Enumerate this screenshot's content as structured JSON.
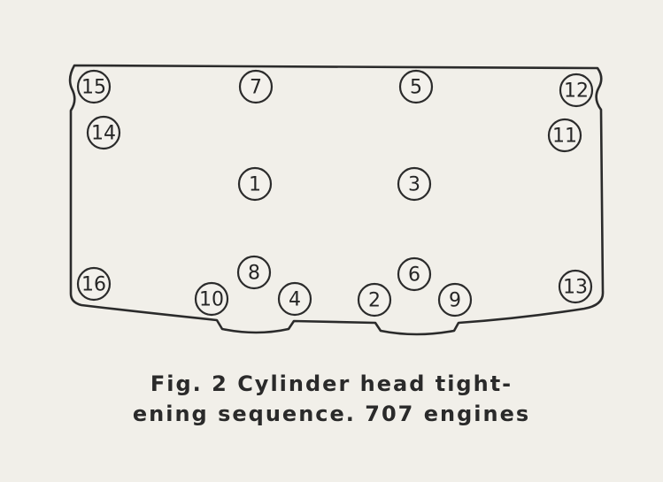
{
  "diagram": {
    "bolts": [
      {
        "label": "1"
      },
      {
        "label": "2"
      },
      {
        "label": "3"
      },
      {
        "label": "4"
      },
      {
        "label": "5"
      },
      {
        "label": "6"
      },
      {
        "label": "7"
      },
      {
        "label": "8"
      },
      {
        "label": "9"
      },
      {
        "label": "10"
      },
      {
        "label": "11"
      },
      {
        "label": "12"
      },
      {
        "label": "13"
      },
      {
        "label": "14"
      },
      {
        "label": "15"
      },
      {
        "label": "16"
      }
    ]
  },
  "caption": {
    "line1": "Fig. 2   Cylinder head tight-",
    "line2": "ening sequence. 707 engines"
  },
  "colors": {
    "paper": "#f1efe9",
    "ink": "#2b2b2b"
  }
}
